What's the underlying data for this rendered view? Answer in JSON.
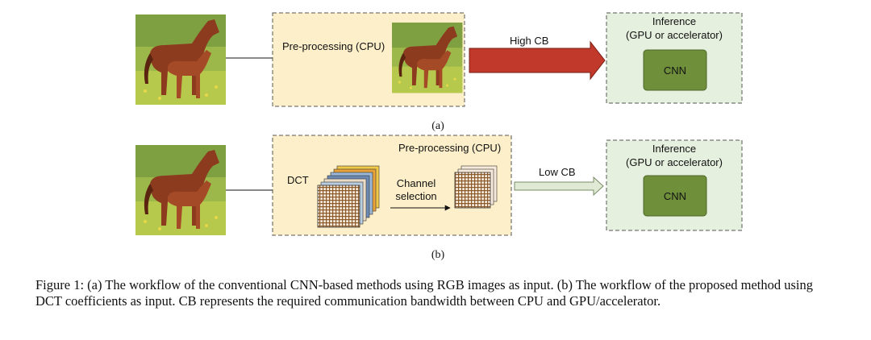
{
  "figure": {
    "panel_a": {
      "preprocess_label": "Pre-processing (CPU)",
      "arrow_label": "High CB",
      "inference_line1": "Inference",
      "inference_line2": "(GPU or accelerator)",
      "cnn_label": "CNN",
      "sublabel": "(a)"
    },
    "panel_b": {
      "preprocess_label": "Pre-processing (CPU)",
      "dct_label": "DCT",
      "channel_line1": "Channel",
      "channel_line2": "selection",
      "arrow_label": "Low CB",
      "inference_line1": "Inference",
      "inference_line2": "(GPU or accelerator)",
      "cnn_label": "CNN",
      "sublabel": "(b)"
    },
    "caption": "Figure 1: (a) The workflow of the conventional CNN-based methods using RGB images as input. (b) The workflow of the proposed method using DCT coefficients as input. CB represents the required communication bandwidth between CPU and GPU/accelerator."
  },
  "colors": {
    "cpu_box_fill": "#fcefc9",
    "gpu_box_fill": "#e6f0df",
    "cnn_fill": "#6f8f3b",
    "high_cb_arrow": "#c0392b",
    "low_cb_arrow": "#dfe9d3",
    "dct_grid": "#8b5a2b"
  },
  "icons": [
    "horse-photo",
    "dct-coefficient-stack",
    "selected-channel-stack"
  ]
}
